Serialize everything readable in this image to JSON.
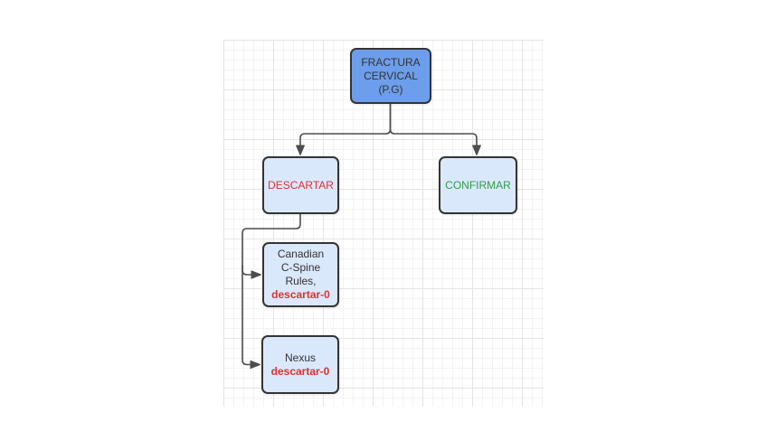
{
  "diagram": {
    "nodes": [
      {
        "id": "fractura-cervical",
        "lines": [
          "FRACTURA",
          "CERVICAL",
          "(P.G)"
        ]
      },
      {
        "id": "descartar",
        "label": "DESCARTAR",
        "label_color": "#e03131"
      },
      {
        "id": "confirmar",
        "label": "CONFIRMAR",
        "label_color": "#2f9e44"
      },
      {
        "id": "canadian-c-spine-rules",
        "lines": [
          "Canadian",
          "C-Spine",
          "Rules,"
        ],
        "tag": "descartar-0",
        "tag_color": "#e03131"
      },
      {
        "id": "nexus",
        "lines": [
          "Nexus"
        ],
        "tag": "descartar-0",
        "tag_color": "#e03131"
      }
    ],
    "edges": [
      {
        "from": "fractura-cervical",
        "to": "descartar"
      },
      {
        "from": "fractura-cervical",
        "to": "confirmar"
      },
      {
        "from": "descartar",
        "to": "canadian-c-spine-rules"
      },
      {
        "from": "descartar",
        "to": "nexus"
      }
    ],
    "colors": {
      "root_fill": "#6d9eeb",
      "node_fill": "#dae8fc",
      "node_border": "#343434",
      "connector": "#4d4d4d",
      "text_dark": "#333333",
      "text_red": "#e03131",
      "text_green": "#2f9e44",
      "grid_minor": "#f3f3f3",
      "grid_major": "#e4e4e4"
    }
  }
}
